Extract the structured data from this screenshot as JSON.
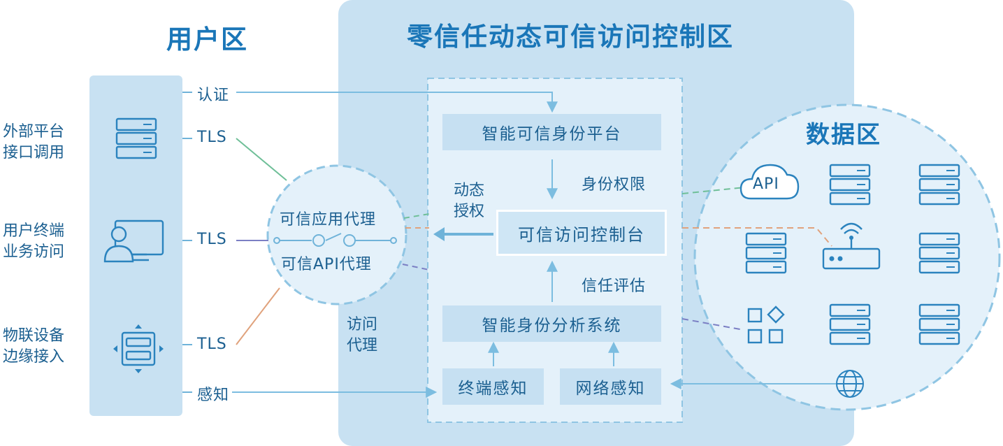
{
  "user_zone": {
    "title": "用户区",
    "groups": [
      {
        "line1": "外部平台",
        "line2": "接口调用"
      },
      {
        "line1": "用户终端",
        "line2": "业务访问"
      },
      {
        "line1": "物联设备",
        "line2": "边缘接入"
      }
    ]
  },
  "links": {
    "auth": "认证",
    "tls1": "TLS",
    "tls2": "TLS",
    "tls3": "TLS",
    "sense": "感知"
  },
  "proxy": {
    "app_proxy": "可信应用代理",
    "api_proxy": "可信API代理",
    "access_proxy_line1": "访问",
    "access_proxy_line2": "代理"
  },
  "control_zone": {
    "title": "零信任动态可信访问控制区",
    "identity_platform": "智能可信身份平台",
    "identity_rights": "身份权限",
    "access_console": "可信访问控制台",
    "dynamic_auth_line1": "动态",
    "dynamic_auth_line2": "授权",
    "trust_eval": "信任评估",
    "analysis_system": "智能身份分析系统",
    "terminal_sense": "终端感知",
    "network_sense": "网络感知"
  },
  "data_zone": {
    "title": "数据区",
    "api_label": "API"
  },
  "colors": {
    "zone_bg": "#c8e1f2",
    "box_bg": "#c6e0f2",
    "line_blue": "#6fb3d9",
    "line_green": "#6fbf98",
    "line_purple": "#7b7fc4",
    "line_orange": "#e0a27c",
    "title_blue": "#1a76b8"
  }
}
